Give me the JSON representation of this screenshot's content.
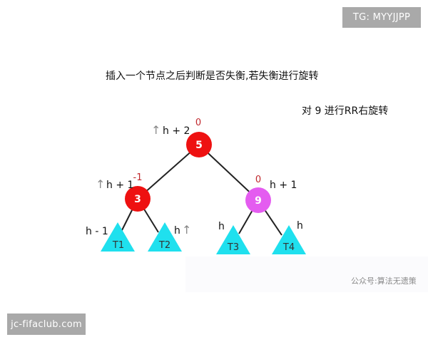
{
  "watermarks": {
    "top_badge": "TG: MYYJJPP",
    "bottom_badge": "jc-fifaclub.com",
    "source": "公众号:算法无遗策"
  },
  "diagram": {
    "title": "插入一个节点之后判断是否失衡,若失衡进行旋转",
    "subtitle": "对 9 进行RR右旋转",
    "colors": {
      "unbalanced_node": "#ee1111",
      "focus_node": "#e45cf0",
      "subtree": "#1fe0ee",
      "edge": "#222222",
      "balance_factor": "#c0282d"
    },
    "nodes": [
      {
        "id": "5",
        "label": "5",
        "balance_factor": "0",
        "height_label": "h + 2",
        "height_arrow": "↑"
      },
      {
        "id": "3",
        "label": "3",
        "balance_factor": "-1",
        "height_label": "h + 1",
        "height_arrow": "↑"
      },
      {
        "id": "9",
        "label": "9",
        "balance_factor": "0",
        "height_label": "h + 1",
        "height_arrow": ""
      }
    ],
    "subtrees": [
      {
        "id": "T1",
        "label": "T1",
        "height_label": "h - 1",
        "height_arrow": ""
      },
      {
        "id": "T2",
        "label": "T2",
        "height_label": "h",
        "height_arrow": "↑"
      },
      {
        "id": "T3",
        "label": "T3",
        "height_label": "h",
        "height_arrow": ""
      },
      {
        "id": "T4",
        "label": "T4",
        "height_label": "h",
        "height_arrow": ""
      }
    ],
    "edges": [
      [
        "5",
        "3"
      ],
      [
        "5",
        "9"
      ],
      [
        "3",
        "T1"
      ],
      [
        "3",
        "T2"
      ],
      [
        "9",
        "T3"
      ],
      [
        "9",
        "T4"
      ]
    ]
  }
}
